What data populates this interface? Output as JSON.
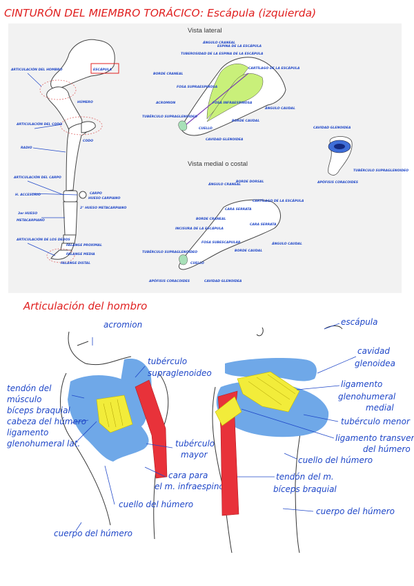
{
  "title": "CINTURÓN DEL MIEMBRO TORÁCICO: Escápula (izquierda)",
  "section_title": "Articulación del hombro",
  "colors": {
    "ink": "#1f47c8",
    "title_red": "#e02020",
    "bone_blue": "#6fa8e8",
    "yellow": "#f2ec3a",
    "muscle_red": "#e8323a",
    "green": "#c9f07a"
  },
  "views": {
    "lateral": "Vista lateral",
    "medial": "Vista medial o costal"
  },
  "limb_labels": {
    "escapula": "ESCÁPULA",
    "art_hombro": "ARTICULACIÓN DEL HOMBRO",
    "humero": "HÚMERO",
    "art_codo": "ARTICULACIÓN DEL CODO",
    "codo": "CODO",
    "radio": "RADIO",
    "art_carpo": "ARTICULACIÓN DEL CARPO",
    "h_accesorio": "H. ACCESORIO",
    "carpo": "CARPO",
    "h_carpiano": "HUESO CARPIANO",
    "h_metacarpiano_3": "3er HUESO",
    "metacarpiano": "METACARPIANO",
    "h_metacarpiano_2": "2° HUESO METACARPIANO",
    "art_dedos": "ARTICULACIÓN DE LOS DEDOS",
    "f_proximal": "FALANGE PROXIMAL",
    "f_media": "FALANGE MEDIA",
    "f_distal": "FALANGE DISTAL"
  },
  "lateral_labels": {
    "tuberosidad": "TUBEROSIDAD DE LA ESPINA DE LA ESCÁPULA",
    "espina": "ESPINA DE LA ESCÁPULA",
    "angulo_craneal": "ÁNGULO CRANEAL",
    "cartilago": "CARTÍLAGO DE LA ESCÁPULA",
    "borde_craneal": "BORDE CRANEAL",
    "fosa_supra": "FOSA SUPRAESPINOSA",
    "acromion": "ACROMION",
    "fosa_infra": "FOSA INFRAESPINOSA",
    "angulo_caudal": "ÁNGULO CAUDAL",
    "tuberculo_supra": "TUBÉRCULO SUPRAGLENOIDEO",
    "cuello": "CUELLO",
    "borde_caudal": "BORDE CAUDAL",
    "cavidad": "CAVIDAD GLENOIDEA"
  },
  "glenoid_labels": {
    "cavidad": "CAVIDAD GLENOIDEA",
    "tuberculo": "TUBÉRCULO SUPRAGLENOIDEO",
    "apofisis": "APÓFISIS CORACOIDES"
  },
  "medial_labels": {
    "angulo_craneal": "ÁNGULO CRANEAL",
    "borde_dorsal": "BORDE DORSAL",
    "cara_serrata": "CARA SERRATA",
    "cartilago": "CARTÍLAGO DE LA ESCÁPULA",
    "borde_craneal": "BORDE CRANEAL",
    "incisura": "INCISURA DE LA ESCÁPULA",
    "fosa_sub": "FOSA SUBESCAPULAR",
    "angulo_caudal": "ÁNGULO CAUDAL",
    "borde_caudal": "BORDE CAUDAL",
    "tuberculo_supra": "TUBÉRCULO SUPRAGLENOIDEO",
    "cuello": "CUELLO",
    "apofisis": "APÓFISIS CORACOIDES",
    "cavidad": "CAVIDAD GLENOIDEA"
  },
  "shoulder_labels": {
    "acromion": "acromion",
    "tuberculo_supra_1": "tubérculo",
    "tuberculo_supra_2": "supraglenoideo",
    "tendon_1": "tendón del",
    "tendon_2": "músculo",
    "tendon_3": "bíceps braquial",
    "cabeza": "cabeza del húmero",
    "ligamento_1": "ligamento",
    "ligamento_2": "glenohumeral lat.",
    "tub_mayor_1": "tubérculo",
    "tub_mayor_2": "mayor",
    "cara_1": "cara para",
    "cara_2": "el m. infraespinoso",
    "cuello_l": "cuello del húmero",
    "cuerpo_l": "cuerpo del húmero",
    "escapula": "escápula",
    "cavidad_1": "cavidad",
    "cavidad_2": "glenoidea",
    "lig_med_1": "ligamento",
    "lig_med_2": "glenohumeral",
    "lig_med_3": "medial",
    "tub_menor": "tubérculo menor",
    "lig_trans_1": "ligamento transverso",
    "lig_trans_2": "del húmero",
    "cuello_r": "cuello del húmero",
    "tendon_r_1": "tendón del m.",
    "tendon_r_2": "bíceps braquial",
    "cuerpo_r": "cuerpo del húmero"
  }
}
